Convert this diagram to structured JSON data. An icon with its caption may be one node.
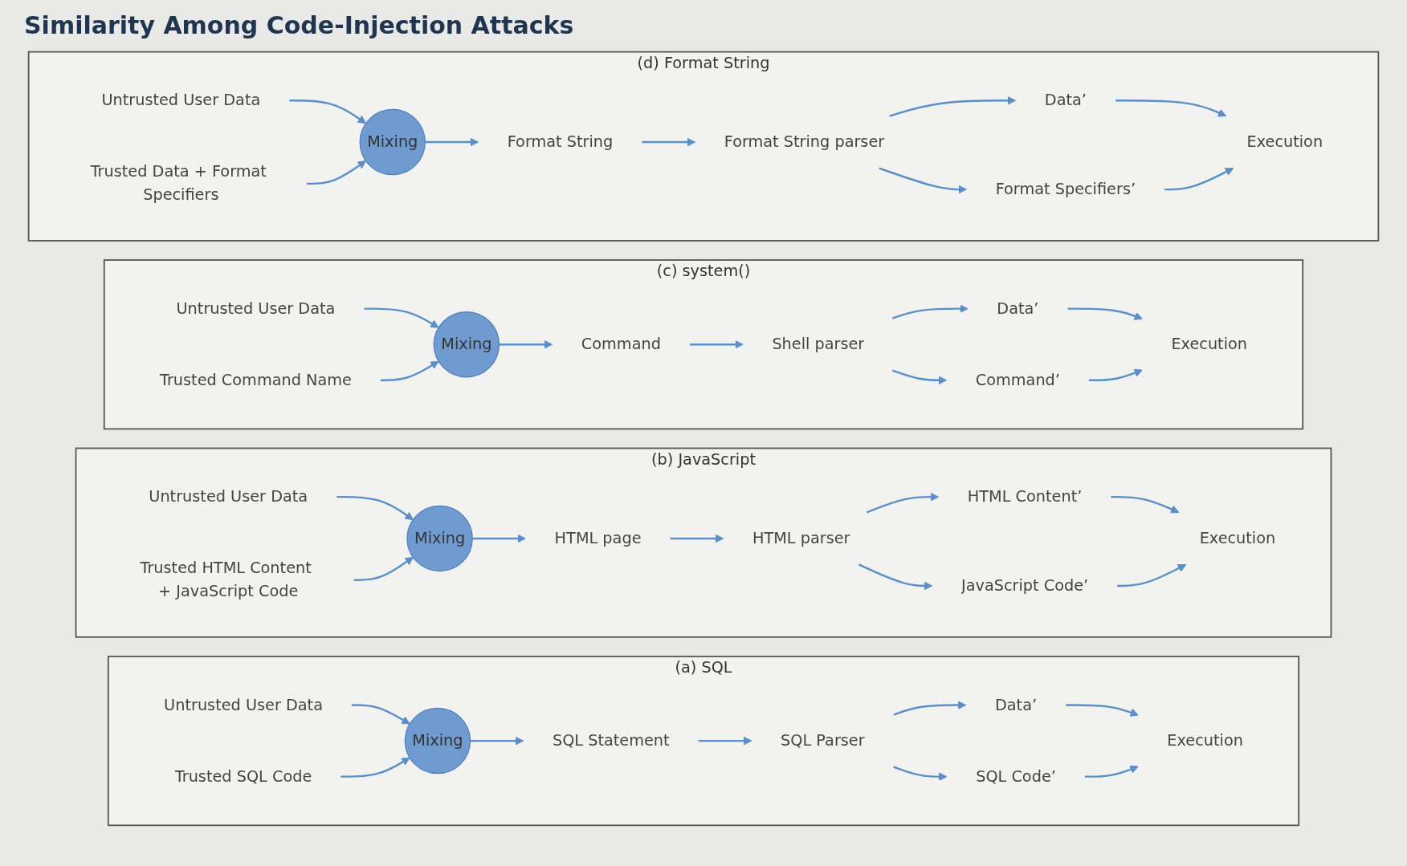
{
  "diagram": {
    "title": "Similarity Among Code-Injection Attacks",
    "nodes": [
      {
        "text": [
          "(a) SQL"
        ]
      },
      {
        "text": [
          "Untrusted User Data"
        ],
        "in": 0
      },
      {
        "text": [
          "Trusted SQL Code"
        ],
        "in": 0
      },
      {
        "text": [
          "Mixing"
        ],
        "in": 0
      },
      {
        "text": [
          "SQL Statement"
        ],
        "in": 0
      },
      {
        "text": [
          "SQL Parser"
        ],
        "in": 0
      },
      {
        "text": [
          "Data’"
        ],
        "in": 0
      },
      {
        "text": [
          "SQL Code’"
        ],
        "in": 0
      },
      {
        "text": [
          "Execution"
        ],
        "in": 0
      },
      {
        "text": [
          "(b) JavaScript"
        ]
      },
      {
        "text": [
          "Untrusted User Data"
        ],
        "in": 9
      },
      {
        "text": [
          "Trusted HTML Content + JavaScript Code"
        ],
        "in": 9
      },
      {
        "text": [
          "Mixing"
        ],
        "in": 9
      },
      {
        "text": [
          "HTML page"
        ],
        "in": 9
      },
      {
        "text": [
          "HTML parser"
        ],
        "in": 9
      },
      {
        "text": [
          "HTML Content’"
        ],
        "in": 9
      },
      {
        "text": [
          "JavaScript Code’"
        ],
        "in": 9
      },
      {
        "text": [
          "Execution"
        ],
        "in": 9
      },
      {
        "text": [
          "(c) system()"
        ]
      },
      {
        "text": [
          "Untrusted User Data"
        ],
        "in": 18
      },
      {
        "text": [
          "Trusted Command Name"
        ],
        "in": 18
      },
      {
        "text": [
          "Mixing"
        ],
        "in": 18
      },
      {
        "text": [
          "Command"
        ],
        "in": 18
      },
      {
        "text": [
          "Shell parser"
        ],
        "in": 18
      },
      {
        "text": [
          "Data’"
        ],
        "in": 18
      },
      {
        "text": [
          "Command’"
        ],
        "in": 18
      },
      {
        "text": [
          "Execution"
        ],
        "in": 18
      },
      {
        "text": [
          "(d) Format String"
        ]
      },
      {
        "text": [
          "Untrusted User Data"
        ],
        "in": 27
      },
      {
        "text": [
          "Trusted Data + Format Specifiers"
        ],
        "in": 27
      },
      {
        "text": [
          "Mixing"
        ],
        "in": 27
      },
      {
        "text": [
          "Format String"
        ],
        "in": 27
      },
      {
        "text": [
          "Format String parser"
        ],
        "in": 27
      },
      {
        "text": [
          "Data’"
        ],
        "in": 27
      },
      {
        "text": [
          "Format Specifiers’"
        ],
        "in": 27
      },
      {
        "text": [
          "Execution"
        ],
        "in": 27
      }
    ],
    "edges": [
      {
        "from": 1,
        "to": 3,
        "arrow": "to"
      },
      {
        "from": 2,
        "to": 3,
        "arrow": "to"
      },
      {
        "from": 3,
        "to": 4,
        "arrow": "to"
      },
      {
        "from": 4,
        "to": 5,
        "arrow": "to"
      },
      {
        "from": 5,
        "to": 6,
        "arrow": "to"
      },
      {
        "from": 5,
        "to": 7,
        "arrow": "to"
      },
      {
        "from": 6,
        "to": 8,
        "arrow": "to"
      },
      {
        "from": 7,
        "to": 8,
        "arrow": "to"
      },
      {
        "from": 10,
        "to": 12,
        "arrow": "to"
      },
      {
        "from": 11,
        "to": 12,
        "arrow": "to"
      },
      {
        "from": 12,
        "to": 13,
        "arrow": "to"
      },
      {
        "from": 13,
        "to": 14,
        "arrow": "to"
      },
      {
        "from": 14,
        "to": 15,
        "arrow": "to"
      },
      {
        "from": 14,
        "to": 16,
        "arrow": "to"
      },
      {
        "from": 15,
        "to": 17,
        "arrow": "to"
      },
      {
        "from": 16,
        "to": 17,
        "arrow": "to"
      },
      {
        "from": 19,
        "to": 21,
        "arrow": "to"
      },
      {
        "from": 20,
        "to": 21,
        "arrow": "to"
      },
      {
        "from": 21,
        "to": 22,
        "arrow": "to"
      },
      {
        "from": 22,
        "to": 23,
        "arrow": "to"
      },
      {
        "from": 23,
        "to": 24,
        "arrow": "to"
      },
      {
        "from": 23,
        "to": 25,
        "arrow": "to"
      },
      {
        "from": 24,
        "to": 26,
        "arrow": "to"
      },
      {
        "from": 25,
        "to": 26,
        "arrow": "to"
      },
      {
        "from": 28,
        "to": 30,
        "arrow": "to"
      },
      {
        "from": 29,
        "to": 30,
        "arrow": "to"
      },
      {
        "from": 30,
        "to": 31,
        "arrow": "to"
      },
      {
        "from": 31,
        "to": 32,
        "arrow": "to"
      },
      {
        "from": 32,
        "to": 33,
        "arrow": "to"
      },
      {
        "from": 32,
        "to": 34,
        "arrow": "to"
      },
      {
        "from": 33,
        "to": 35,
        "arrow": "to"
      },
      {
        "from": 34,
        "to": 35,
        "arrow": "to"
      }
    ]
  }
}
